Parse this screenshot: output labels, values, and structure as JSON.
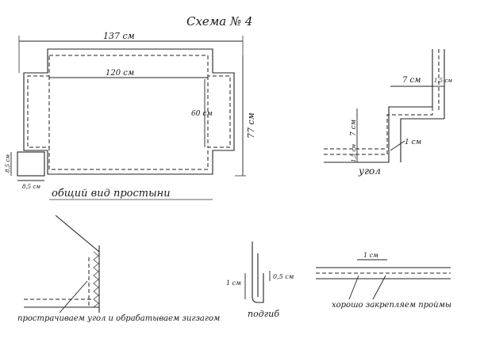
{
  "title": "Схема № 4",
  "main_view": {
    "total_width": "137 см",
    "inner_width": "120 см",
    "inner_height": "60 см",
    "total_height": "77 см",
    "corner_height": "8,5 см",
    "corner_width": "8,5 см",
    "caption": "общий вид простыни"
  },
  "corner_detail": {
    "label_7cm_top": "7 см",
    "label_15cm_top": "1,5 см",
    "label_7cm_side": "7 см",
    "label_15cm_side": "1,5 см",
    "label_1cm": "1 см",
    "caption": "угол"
  },
  "stitch_detail": {
    "caption": "прострачиваем угол и обрабатываем зигзагом"
  },
  "hem_detail": {
    "label_1cm": "1 см",
    "label_05cm": "0,5 см",
    "caption": "подгиб"
  },
  "fix_detail": {
    "label_1cm": "1 см",
    "caption": "хорошо закрепляем проймы"
  }
}
